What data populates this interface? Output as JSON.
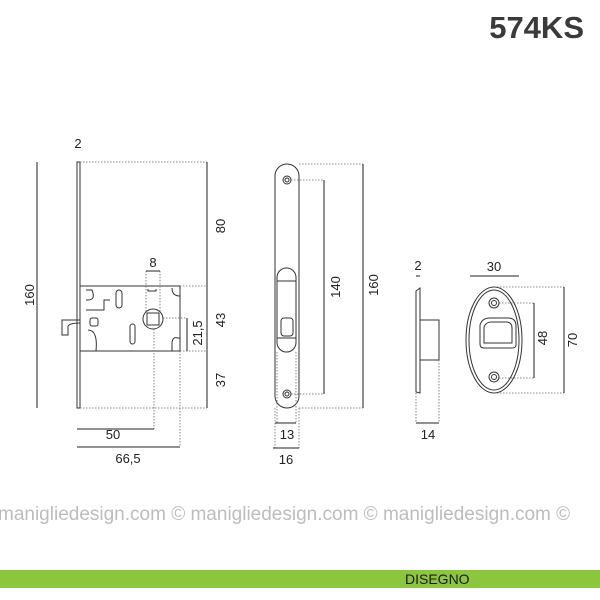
{
  "title": "574KS",
  "footer": "DISEGNO",
  "watermark": "manigliedesign.com © manigliedesign.com © manigliedesign.com ©",
  "colors": {
    "accent": "#8cc63f"
  },
  "lock_body": {
    "thickness": "2",
    "height": "160",
    "top": "80",
    "middle": "43",
    "bottom": "37",
    "spindle": "8",
    "spindle_offset": "21,5",
    "backset": "50",
    "depth": "66,5"
  },
  "faceplate": {
    "screw_distance": "140",
    "height": "160",
    "inner_width": "13",
    "width": "16"
  },
  "strike_side": {
    "thickness": "2",
    "depth": "14"
  },
  "strike_front": {
    "width": "30",
    "screw_distance": "48",
    "height": "70"
  }
}
